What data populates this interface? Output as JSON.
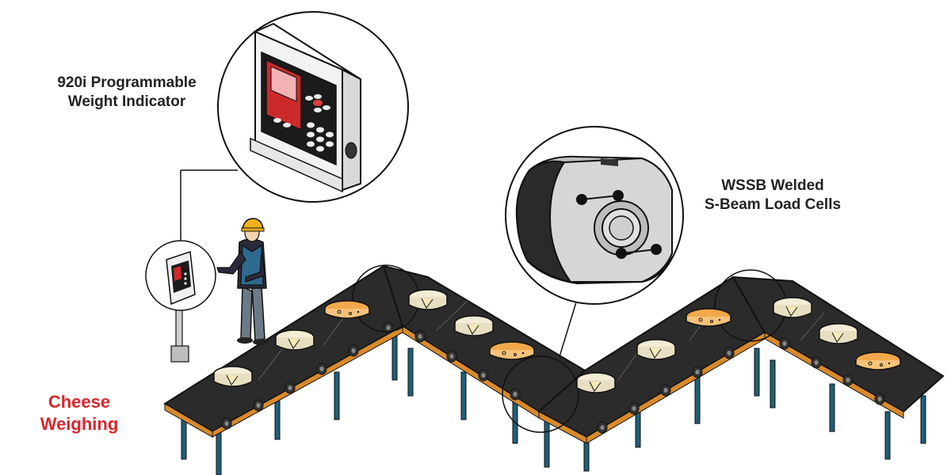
{
  "labels": {
    "indicator": [
      "920i Programmable",
      "Weight Indicator"
    ],
    "loadcell": [
      "WSSB Welded",
      "S-Beam Load Cells"
    ],
    "title": [
      "Cheese",
      "Weighing"
    ]
  },
  "colors": {
    "belt": "#2b2b2b",
    "frame": "#1f5f7a",
    "rail": "#d98a2b",
    "cheese_light": "#f3ecd6",
    "cheese_orange": "#f2a84a",
    "title": "#d9262b",
    "indicator_accent": "#cc2a2a"
  }
}
